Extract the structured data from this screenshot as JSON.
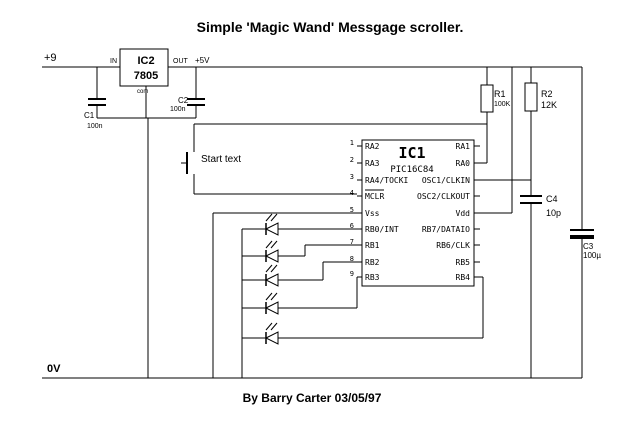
{
  "title": "Simple 'Magic Wand' Messgage scroller.",
  "footer": "By Barry Carter 03/05/97",
  "rails": {
    "plus9": "+9",
    "zero_v": "0V"
  },
  "regulator": {
    "ref": "IC2",
    "part": "7805",
    "in": "IN",
    "out": "OUT",
    "com": "com",
    "out_net": "+5V"
  },
  "capacitors": {
    "c1": {
      "ref": "C1",
      "value": "100n"
    },
    "c2": {
      "ref": "C2",
      "value": "100n"
    },
    "c3": {
      "ref": "C3",
      "value": "100µ"
    },
    "c4": {
      "ref": "C4",
      "value": "10p"
    }
  },
  "resistors": {
    "r1": {
      "ref": "R1",
      "value": "100K"
    },
    "r2": {
      "ref": "R2",
      "value": "12K"
    }
  },
  "switch": {
    "label": "Start text"
  },
  "mcu": {
    "ref": "IC1",
    "part": "PIC16C84",
    "left_pins": [
      {
        "num": "1",
        "name": "RA2"
      },
      {
        "num": "2",
        "name": "RA3"
      },
      {
        "num": "3",
        "name": "RA4/TOCKI"
      },
      {
        "num": "4",
        "name": "MCLR"
      },
      {
        "num": "5",
        "name": "Vss"
      },
      {
        "num": "6",
        "name": "RB0/INT"
      },
      {
        "num": "7",
        "name": "RB1"
      },
      {
        "num": "8",
        "name": "RB2"
      },
      {
        "num": "9",
        "name": "RB3"
      }
    ],
    "right_pins": [
      {
        "name": "RA1"
      },
      {
        "name": "RA0"
      },
      {
        "name": "OSC1/CLKIN"
      },
      {
        "name": "OSC2/CLKOUT"
      },
      {
        "name": "Vdd"
      },
      {
        "name": "RB7/DATAIO"
      },
      {
        "name": "RB6/CLK"
      },
      {
        "name": "RB5"
      },
      {
        "name": "RB4"
      }
    ]
  }
}
